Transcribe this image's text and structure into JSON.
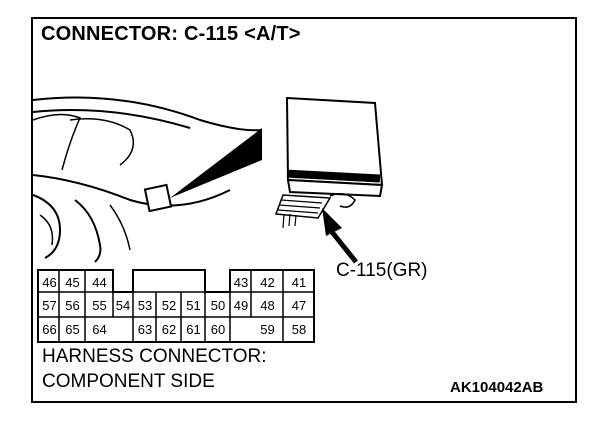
{
  "title": "CONNECTOR: C-115 <A/T>",
  "callout_label": "C-115(GR)",
  "caption_line1": "HARNESS CONNECTOR:",
  "caption_line2": "COMPONENT SIDE",
  "figure_code": "AK104042AB",
  "pins": {
    "p46": "46",
    "p45": "45",
    "p44": "44",
    "p43": "43",
    "p42": "42",
    "p41": "41",
    "p57": "57",
    "p56": "56",
    "p55": "55",
    "p54": "54",
    "p53": "53",
    "p52": "52",
    "p51": "51",
    "p50": "50",
    "p49": "49",
    "p48": "48",
    "p47": "47",
    "p66": "66",
    "p65": "65",
    "p64": "64",
    "p63": "63",
    "p62": "62",
    "p61": "61",
    "p60": "60",
    "p59": "59",
    "p58": "58"
  }
}
